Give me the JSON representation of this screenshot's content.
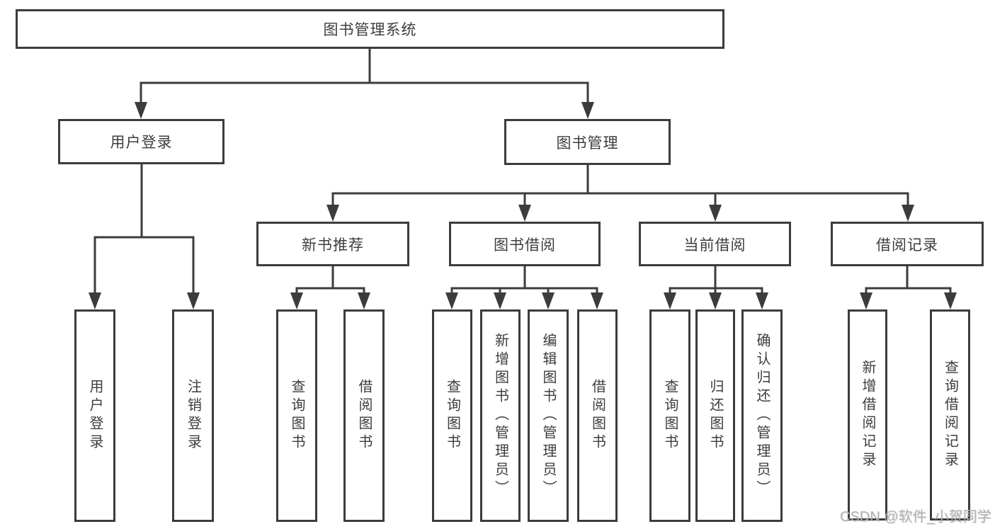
{
  "colors": {
    "line": "#3c3c3c",
    "text": "#3d3d3d",
    "watermark": "#b3b3b3",
    "box_background": "#ffffff"
  },
  "watermark": {
    "text": "CSDN @软件_小贺同学"
  },
  "nodes": {
    "root": "图书管理系统",
    "user_login": "用户登录",
    "book_management": "图书管理",
    "new_book_recommend": "新书推荐",
    "book_borrow": "图书借阅",
    "current_borrow": "当前借阅",
    "borrow_records": "借阅记录",
    "leaf_user_login": "用户登录",
    "leaf_logout": "注销登录",
    "leaf_recommend_query": "查询图书",
    "leaf_recommend_borrow": "借阅图书",
    "leaf_borrow_query": "查询图书",
    "leaf_borrow_add_admin": "新增图书（管理员）",
    "leaf_borrow_edit_admin": "编辑图书（管理员）",
    "leaf_borrow_borrow": "借阅图书",
    "leaf_current_query": "查询图书",
    "leaf_current_return": "归还图书",
    "leaf_current_confirm_admin": "确认归还（管理员）",
    "leaf_records_add": "新增借阅记录",
    "leaf_records_query": "查询借阅记录"
  }
}
